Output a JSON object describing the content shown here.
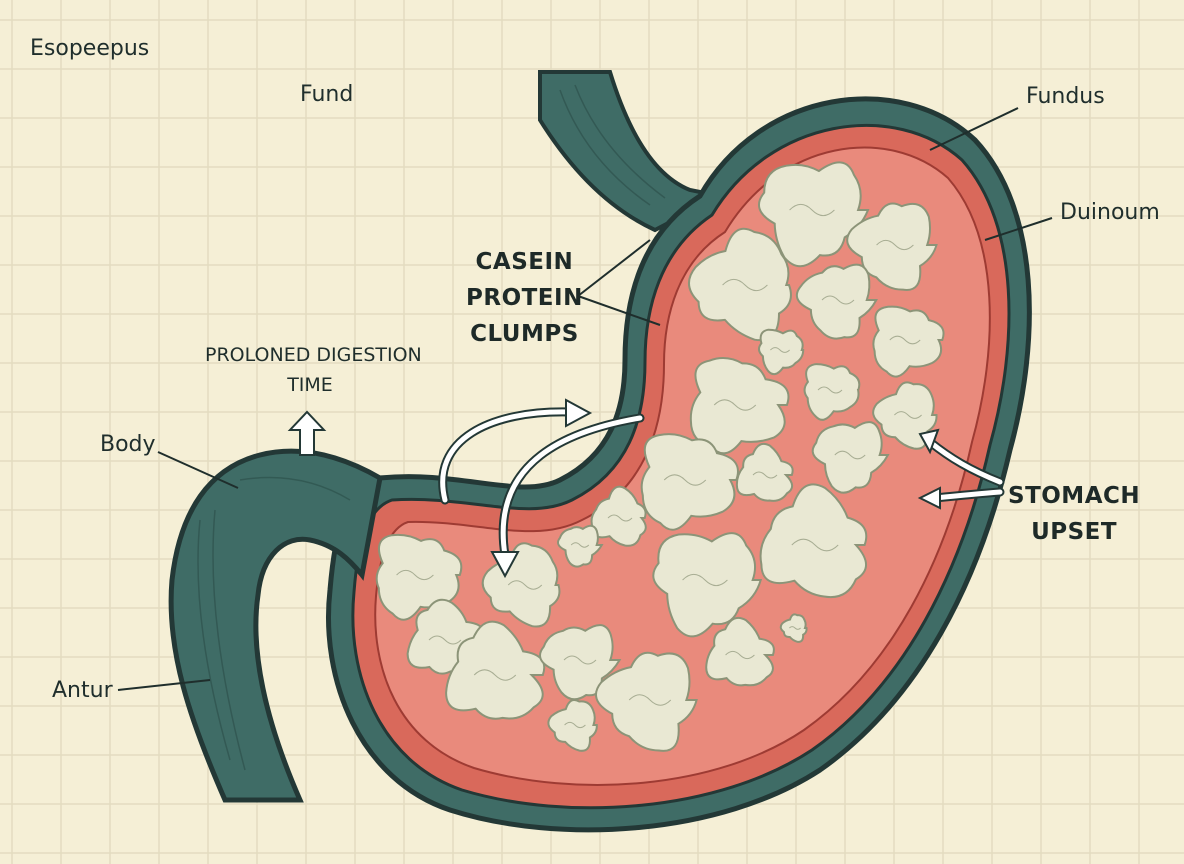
{
  "labels": {
    "esophagus": "Esopeepus",
    "fund": "Fund",
    "fundus": "Fundus",
    "duodenum": "Duinoum",
    "body": "Body",
    "antrum": "Antur",
    "prolonged_line1": "PROLONED DIGESTION",
    "prolonged_line2": "TIME",
    "casein_line1": "CASEIN",
    "casein_line2": "PROTEIN",
    "casein_line3": "CLUMPS",
    "upset_line1": "STOMACH",
    "upset_line2": "UPSET"
  },
  "colors": {
    "background": "#f5efd6",
    "grid": "#e3dcc0",
    "tube": "#3f6c66",
    "outline": "#233836",
    "stomach_wall": "#d9695b",
    "inner_lining": "#e98a7c",
    "clump_fill": "#e9e8d3",
    "clump_stroke": "#8c9478",
    "text": "#1f2e2c"
  },
  "icons": [
    "arrow-up-icon",
    "curved-arrow-icon"
  ]
}
